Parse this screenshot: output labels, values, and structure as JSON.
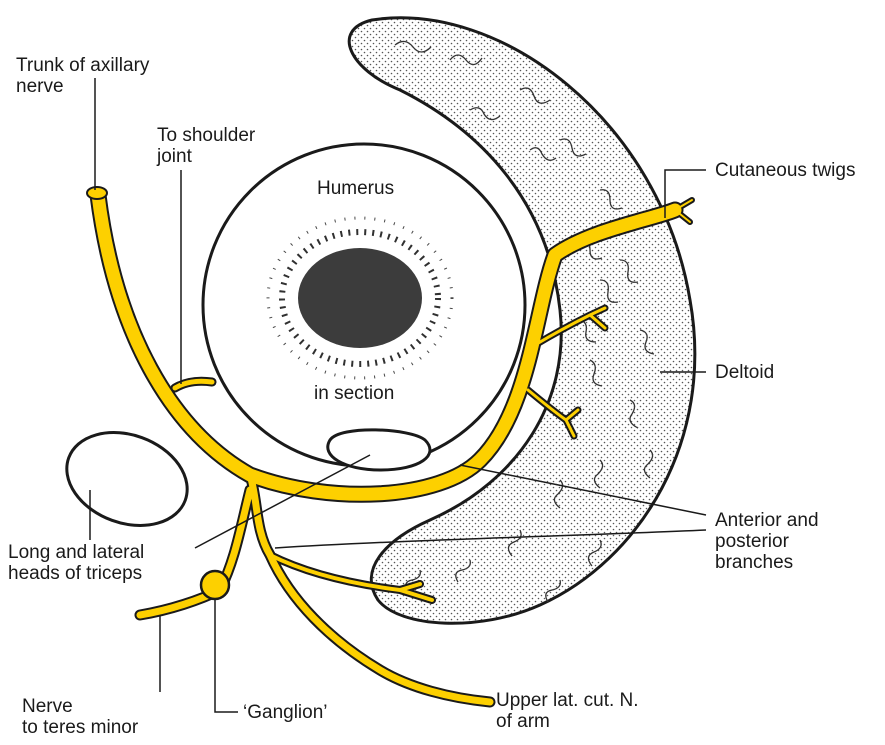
{
  "colors": {
    "nerve": "#FDD000",
    "outline": "#1a1a1a",
    "background": "#ffffff",
    "muscle_fill": "#e4e4e4"
  },
  "labels": {
    "trunk": [
      "Trunk  of axillary",
      "nerve"
    ],
    "shoulder": [
      "To shoulder",
      "joint"
    ],
    "humerus_top": "Humerus",
    "humerus_bottom": "in section",
    "cutaneous": "Cutaneous twigs",
    "deltoid": "Deltoid",
    "branches": [
      "Anterior and",
      "posterior",
      "branches"
    ],
    "triceps": [
      "Long and lateral",
      "heads of triceps"
    ],
    "teres": [
      "Nerve",
      "to teres minor"
    ],
    "ganglion": "‘Ganglion’",
    "upper_lat": [
      "Upper lat. cut. N.",
      "of arm"
    ]
  }
}
